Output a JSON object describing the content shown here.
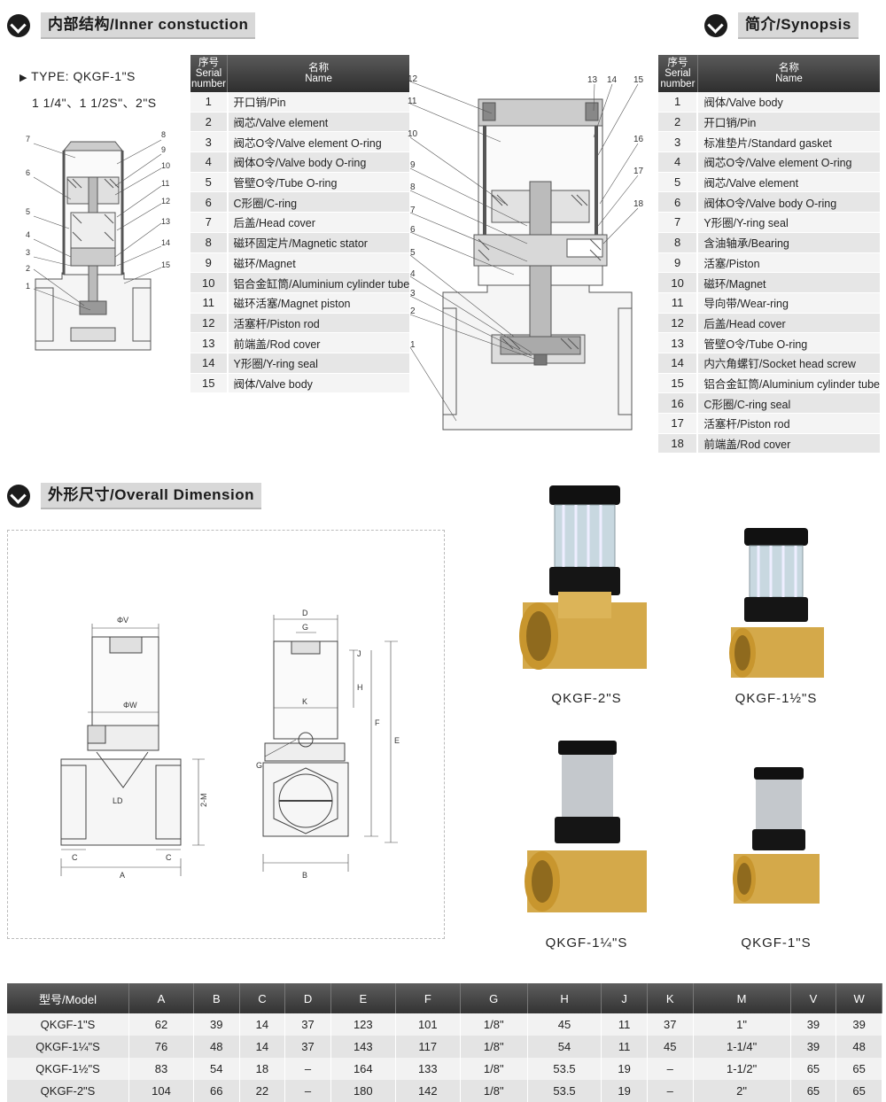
{
  "sections": {
    "inner": "内部结构/Inner constuction",
    "synopsis": "简介/Synopsis",
    "overall": "外形尺寸/Overall Dimension"
  },
  "type_line1": "TYPE: QKGF-1\"S",
  "type_line2": "1 1/4\"、1 1/2S\"、2\"S",
  "left_table": {
    "headers": {
      "serial": "序号\nSerial\nnumber",
      "name": "名称\nName"
    },
    "rows": [
      {
        "n": "1",
        "name": "开口销/Pin"
      },
      {
        "n": "2",
        "name": "阀芯/Valve element"
      },
      {
        "n": "3",
        "name": "阀芯O令/Valve element O-ring"
      },
      {
        "n": "4",
        "name": "阀体O令/Valve body O-ring"
      },
      {
        "n": "5",
        "name": "管壁O令/Tube O-ring"
      },
      {
        "n": "6",
        "name": "C形圈/C-ring"
      },
      {
        "n": "7",
        "name": "后盖/Head cover"
      },
      {
        "n": "8",
        "name": "磁环固定片/Magnetic stator"
      },
      {
        "n": "9",
        "name": "磁环/Magnet"
      },
      {
        "n": "10",
        "name": "铝合金缸筒/Aluminium cylinder tube"
      },
      {
        "n": "11",
        "name": "磁环活塞/Magnet piston"
      },
      {
        "n": "12",
        "name": "活塞杆/Piston rod"
      },
      {
        "n": "13",
        "name": "前端盖/Rod cover"
      },
      {
        "n": "14",
        "name": "Y形圈/Y-ring seal"
      },
      {
        "n": "15",
        "name": "阀体/Valve body"
      }
    ]
  },
  "right_table": {
    "headers": {
      "serial": "序号\nSerial\nnumber",
      "name": "名称\nName"
    },
    "rows": [
      {
        "n": "1",
        "name": "阀体/Valve body"
      },
      {
        "n": "2",
        "name": "开口销/Pin"
      },
      {
        "n": "3",
        "name": "标准垫片/Standard gasket"
      },
      {
        "n": "4",
        "name": "阀芯O令/Valve element O-ring"
      },
      {
        "n": "5",
        "name": "阀芯/Valve element"
      },
      {
        "n": "6",
        "name": "阀体O令/Valve body O-ring"
      },
      {
        "n": "7",
        "name": "Y形圈/Y-ring seal"
      },
      {
        "n": "8",
        "name": "含油轴承/Bearing"
      },
      {
        "n": "9",
        "name": "活塞/Piston"
      },
      {
        "n": "10",
        "name": "磁环/Magnet"
      },
      {
        "n": "11",
        "name": "导向带/Wear-ring"
      },
      {
        "n": "12",
        "name": "后盖/Head cover"
      },
      {
        "n": "13",
        "name": "管壁O令/Tube O-ring"
      },
      {
        "n": "14",
        "name": "内六角螺钉/Socket head screw"
      },
      {
        "n": "15",
        "name": "铝合金缸筒/Aluminium cylinder tube"
      },
      {
        "n": "16",
        "name": "C形圈/C-ring seal"
      },
      {
        "n": "17",
        "name": "活塞杆/Piston rod"
      },
      {
        "n": "18",
        "name": "前端盖/Rod cover"
      }
    ]
  },
  "photo_labels": [
    "QKGF-2\"S",
    "QKGF-1½\"S",
    "QKGF-1¼\"S",
    "QKGF-1\"S"
  ],
  "dims_table": {
    "headers": [
      "型号/Model",
      "A",
      "B",
      "C",
      "D",
      "E",
      "F",
      "G",
      "H",
      "J",
      "K",
      "M",
      "V",
      "W"
    ],
    "rows": [
      [
        "QKGF-1\"S",
        "62",
        "39",
        "14",
        "37",
        "123",
        "101",
        "1/8\"",
        "45",
        "11",
        "37",
        "1\"",
        "39",
        "39"
      ],
      [
        "QKGF-1¼\"S",
        "76",
        "48",
        "14",
        "37",
        "143",
        "117",
        "1/8\"",
        "54",
        "11",
        "45",
        "1-1/4\"",
        "39",
        "48"
      ],
      [
        "QKGF-1½\"S",
        "83",
        "54",
        "18",
        "–",
        "164",
        "133",
        "1/8\"",
        "53.5",
        "19",
        "–",
        "1-1/2\"",
        "65",
        "65"
      ],
      [
        "QKGF-2\"S",
        "104",
        "66",
        "22",
        "–",
        "180",
        "142",
        "1/8\"",
        "53.5",
        "19",
        "–",
        "2\"",
        "65",
        "65"
      ]
    ]
  },
  "drawing_labels": {
    "phi_v": "ΦV",
    "phi_w": "ΦW",
    "ld": "LD",
    "m2": "2-M",
    "c": "C",
    "a": "A",
    "d": "D",
    "g": "G",
    "j": "J",
    "h": "H",
    "k": "K",
    "f": "F",
    "e": "E",
    "b": "B"
  },
  "left_callouts": [
    "7",
    "6",
    "5",
    "4",
    "3",
    "2",
    "1",
    "8",
    "9",
    "10",
    "11",
    "12",
    "13",
    "14",
    "15"
  ],
  "right_callouts": [
    "12",
    "11",
    "10",
    "9",
    "8",
    "7",
    "6",
    "5",
    "4",
    "3",
    "2",
    "1",
    "13",
    "14",
    "15",
    "16",
    "17",
    "18"
  ],
  "colors": {
    "header_dark": "#3a3a3a",
    "brass": "#d4a94a",
    "black_part": "#111111"
  }
}
